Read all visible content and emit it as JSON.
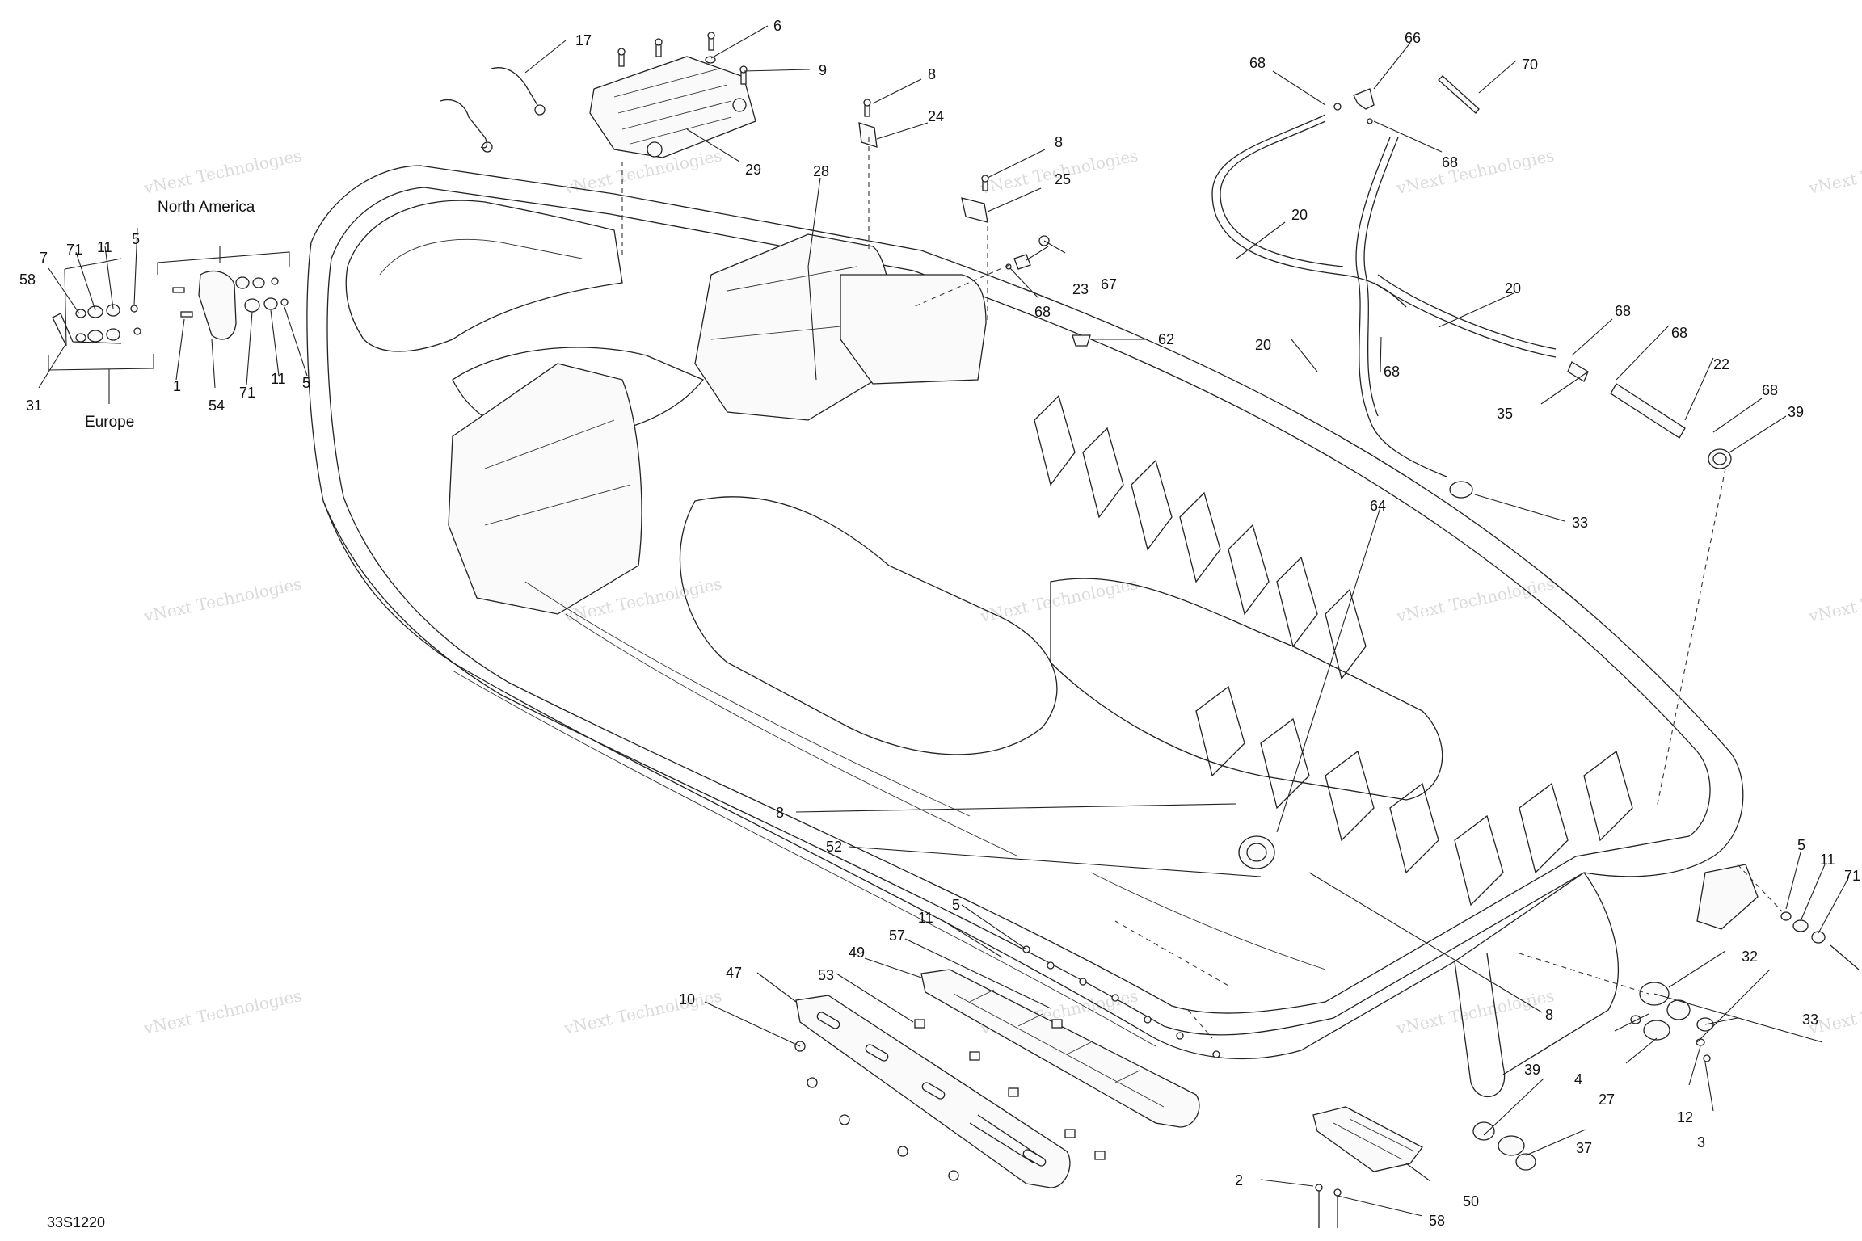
{
  "drawing_id": "33S1220",
  "watermark_text": "vNext Technologies",
  "regions": {
    "north_america": "North America",
    "europe": "Europe"
  },
  "callouts": {
    "c1": "1",
    "c2": "2",
    "c3": "3",
    "c4": "4",
    "c5a": "5",
    "c5b": "5",
    "c5c": "5",
    "c5d": "5",
    "c6": "6",
    "c7": "7",
    "c8a": "8",
    "c8b": "8",
    "c8c": "8",
    "c8d": "8",
    "c9": "9",
    "c10": "10",
    "c11a": "11",
    "c11b": "11",
    "c11c": "11",
    "c11d": "11",
    "c12": "12",
    "c17": "17",
    "c20a": "20",
    "c20b": "20",
    "c20c": "20",
    "c22": "22",
    "c23": "23",
    "c24": "24",
    "c25": "25",
    "c27": "27",
    "c28": "28",
    "c29": "29",
    "c31": "31",
    "c32": "32",
    "c33a": "33",
    "c33b": "33",
    "c35": "35",
    "c37": "37",
    "c39a": "39",
    "c39b": "39",
    "c47": "47",
    "c49": "49",
    "c50": "50",
    "c52": "52",
    "c53": "53",
    "c54": "54",
    "c57": "57",
    "c58a": "58",
    "c58b": "58",
    "c62": "62",
    "c64": "64",
    "c66": "66",
    "c67": "67",
    "c68a": "68",
    "c68b": "68",
    "c68c": "68",
    "c68d": "68",
    "c68e": "68",
    "c68f": "68",
    "c68g": "68",
    "c70": "70",
    "c71a": "71",
    "c71b": "71",
    "c71c": "71"
  }
}
